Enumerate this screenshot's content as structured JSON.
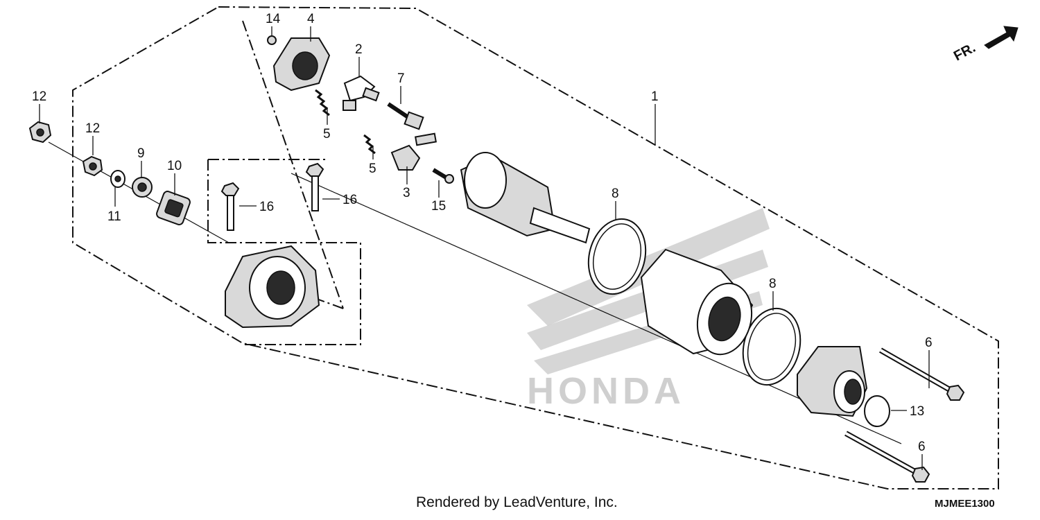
{
  "diagram": {
    "callouts": [
      {
        "id": "c14",
        "text": "14"
      },
      {
        "id": "c4",
        "text": "4"
      },
      {
        "id": "c2",
        "text": "2"
      },
      {
        "id": "c7",
        "text": "7"
      },
      {
        "id": "c5a",
        "text": "5"
      },
      {
        "id": "c5b",
        "text": "5"
      },
      {
        "id": "c3",
        "text": "3"
      },
      {
        "id": "c15",
        "text": "15"
      },
      {
        "id": "c1",
        "text": "1"
      },
      {
        "id": "c8a",
        "text": "8"
      },
      {
        "id": "c8b",
        "text": "8"
      },
      {
        "id": "c12a",
        "text": "12"
      },
      {
        "id": "c12b",
        "text": "12"
      },
      {
        "id": "c9",
        "text": "9"
      },
      {
        "id": "c10",
        "text": "10"
      },
      {
        "id": "c11",
        "text": "11"
      },
      {
        "id": "c16a",
        "text": "16"
      },
      {
        "id": "c16b",
        "text": "16"
      },
      {
        "id": "c6a",
        "text": "6"
      },
      {
        "id": "c6b",
        "text": "6"
      },
      {
        "id": "c13",
        "text": "13"
      }
    ],
    "direction_label": "FR.",
    "footer_text": "Rendered by LeadVenture, Inc.",
    "diagram_code": "MJMEE1300",
    "watermark_text": "HONDA"
  }
}
